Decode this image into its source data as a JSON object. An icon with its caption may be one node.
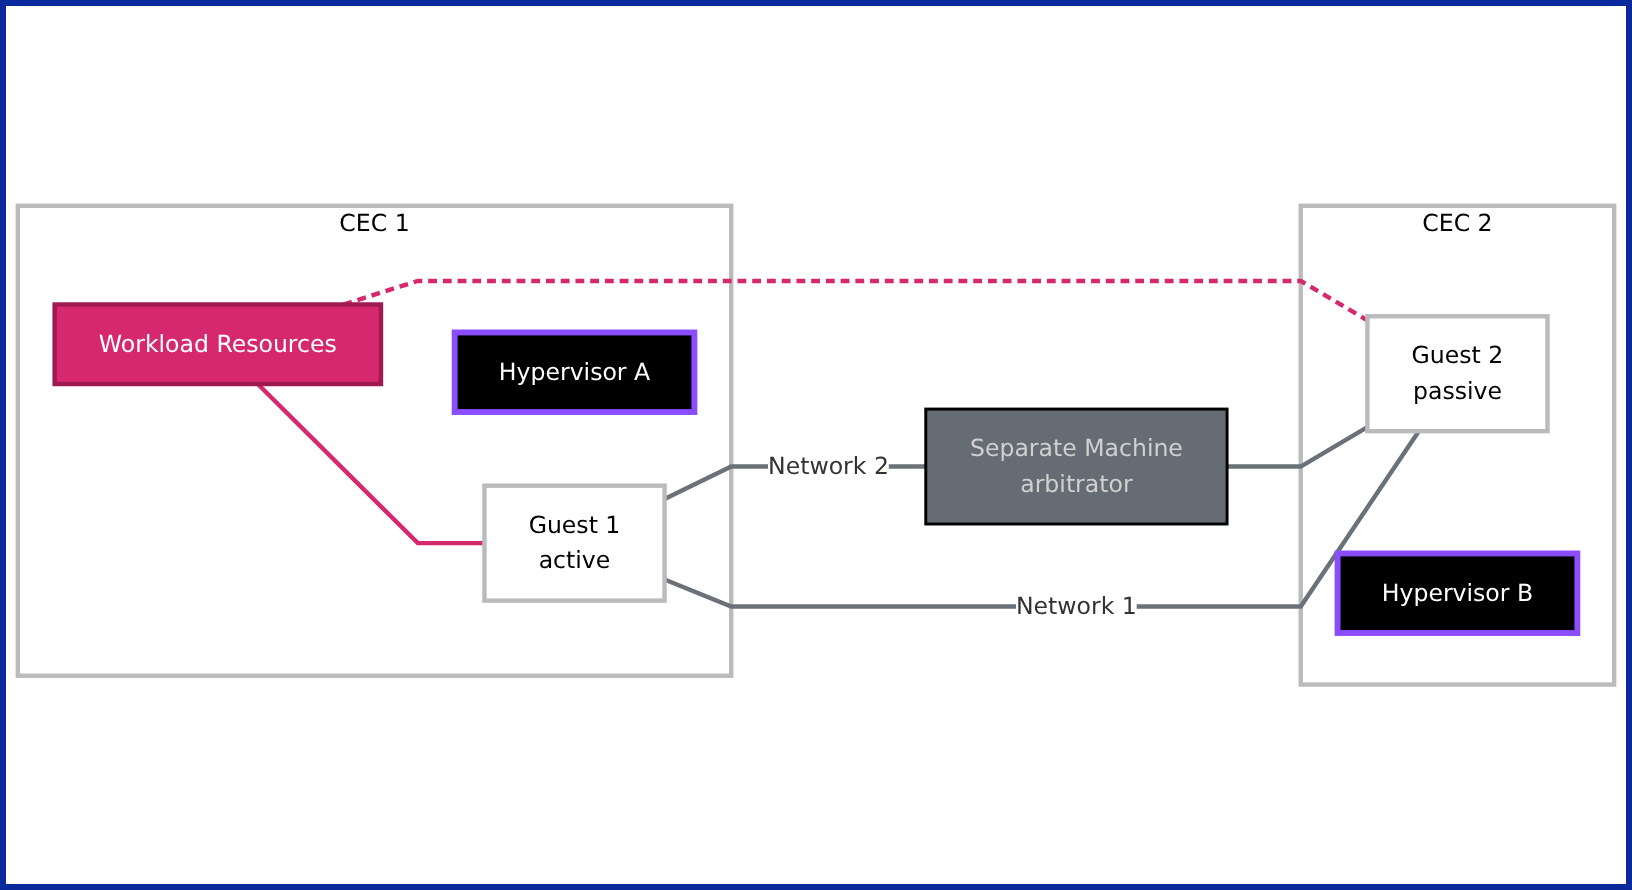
{
  "diagram": {
    "nodes": [
      {
        "text": [
          "CEC 1"
        ]
      },
      {
        "text": [
          "Workload Resources"
        ],
        "in": 0
      },
      {
        "text": [
          "Guest 1",
          "active"
        ],
        "in": 0
      },
      {
        "text": [
          "Hypervisor A"
        ],
        "in": 0
      },
      {
        "text": [
          "CEC 2"
        ]
      },
      {
        "text": [
          "Separate Machine",
          "arbitrator"
        ]
      },
      {
        "text": [
          "Guest 2",
          "passive"
        ],
        "in": 4
      },
      {
        "text": [
          "Hypervisor B"
        ],
        "in": 4
      }
    ],
    "edges": [
      {
        "from": 1,
        "to": 2,
        "arrow": "none",
        "color": "#d6286e"
      },
      {
        "from": 1,
        "to": 6,
        "arrow": "none",
        "style": "dashed",
        "color": "#d6286e"
      },
      {
        "from": 2,
        "to": 5,
        "arrow": "none",
        "label": "Network 2"
      },
      {
        "from": 5,
        "to": 6,
        "arrow": "none"
      },
      {
        "from": 2,
        "to": 6,
        "arrow": "none",
        "label": "Network 1"
      }
    ]
  }
}
